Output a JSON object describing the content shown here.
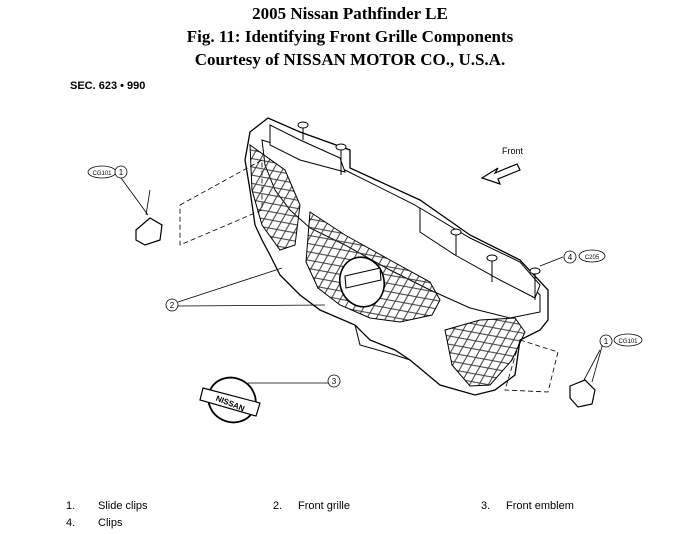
{
  "header": {
    "line1": "2005 Nissan Pathfinder LE",
    "line2": "Fig. 11: Identifying Front Grille Components",
    "line3": "Courtesy of NISSAN MOTOR CO., U.S.A."
  },
  "section_code": "SEC. 623 • 990",
  "diagram": {
    "front_label": "Front",
    "callouts": [
      {
        "num": "1",
        "code": "CG101"
      },
      {
        "num": "2",
        "code": ""
      },
      {
        "num": "3",
        "code": ""
      },
      {
        "num": "4",
        "code": "C205"
      },
      {
        "num": "1",
        "code": "CG101"
      }
    ],
    "emblem_text": "NISSAN"
  },
  "legend": [
    {
      "num": "1.",
      "label": "Slide clips"
    },
    {
      "num": "2.",
      "label": "Front grille"
    },
    {
      "num": "3.",
      "label": "Front emblem"
    },
    {
      "num": "4.",
      "label": "Clips"
    }
  ]
}
